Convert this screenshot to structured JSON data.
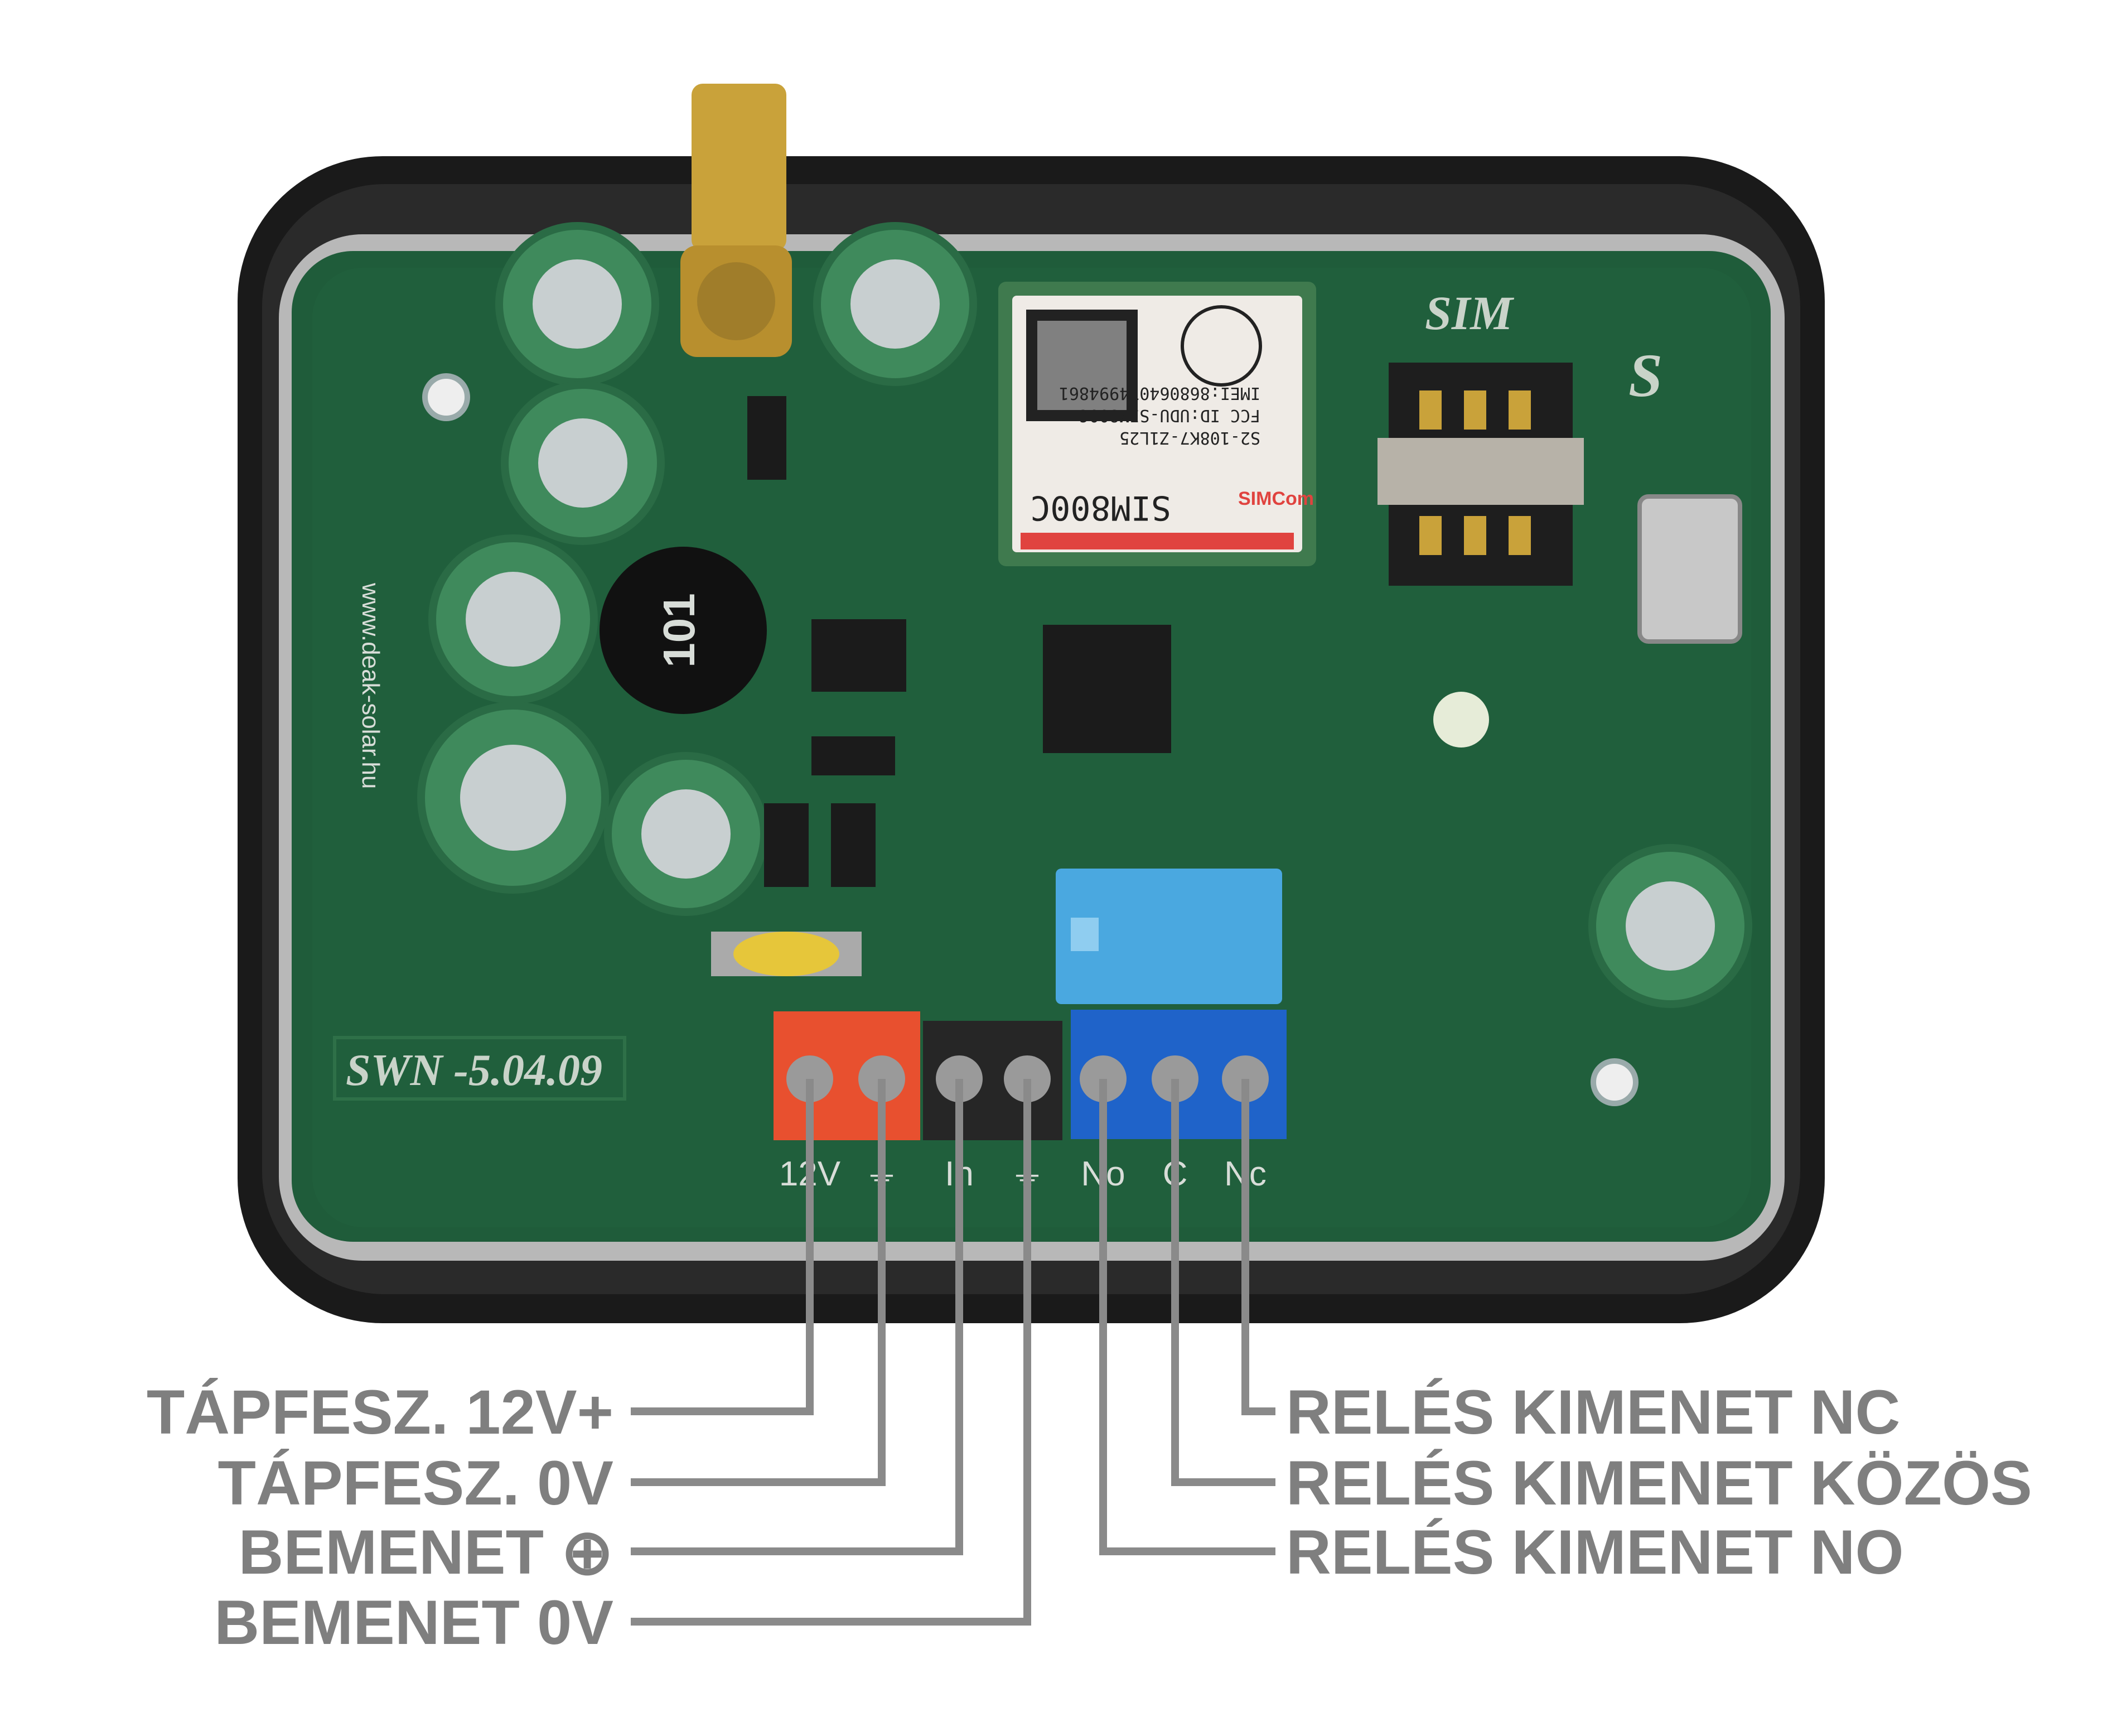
{
  "board": {
    "revision": "SWN -5.04.09",
    "website": "www.deak-solar.hu",
    "sim_label": "SIM",
    "inductor_marking": "101",
    "module": {
      "name": "SIM800C",
      "brand": "SIMCom",
      "imei": "IMEI:868064074994861",
      "fcc": "FCC ID:UDU-SIM800C",
      "code": "S2-108K7-Z1L25"
    },
    "terminals": [
      "12V",
      "⏚",
      "In",
      "⏚",
      "No",
      "C",
      "Nc"
    ]
  },
  "labels": {
    "left": [
      "TÁPFESZ. 12V+",
      "TÁPFESZ. 0V",
      "BEMENET ⊕",
      "BEMENET 0V"
    ],
    "right": [
      "RELÉS KIMENET NC",
      "RELÉS KIMENET KÖZÖS",
      "RELÉS KIMENET NO"
    ]
  },
  "colors": {
    "pcb": "#1f5c3a",
    "housing": "#1a1a1a",
    "terminal_red": "#e8502f",
    "terminal_black": "#262626",
    "terminal_blue": "#1f63c9",
    "relay": "#4aa8e0",
    "label": "#7f7f7f"
  }
}
